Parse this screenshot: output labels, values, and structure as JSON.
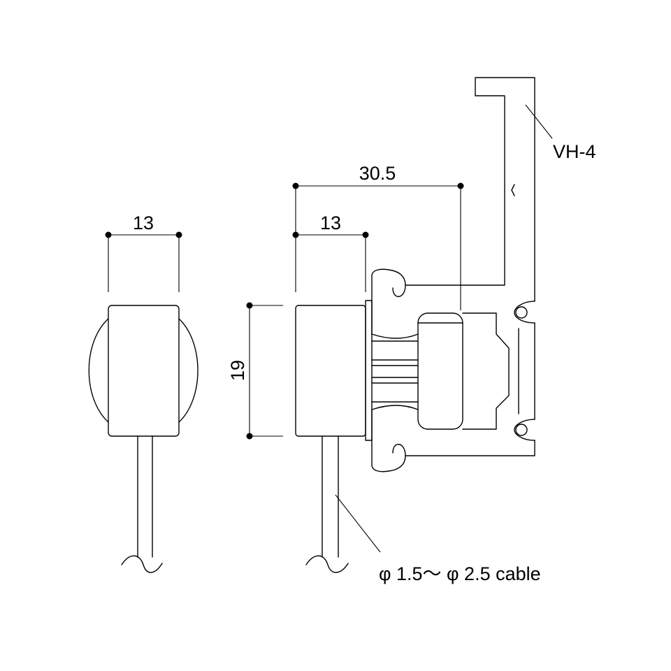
{
  "dimensions": {
    "left_width": "13",
    "side_total_width": "30.5",
    "side_clip_width": "13",
    "height": "19"
  },
  "callouts": {
    "rail_model": "VH-4",
    "cable_spec": "φ 1.5～ φ 2.5  cable"
  }
}
